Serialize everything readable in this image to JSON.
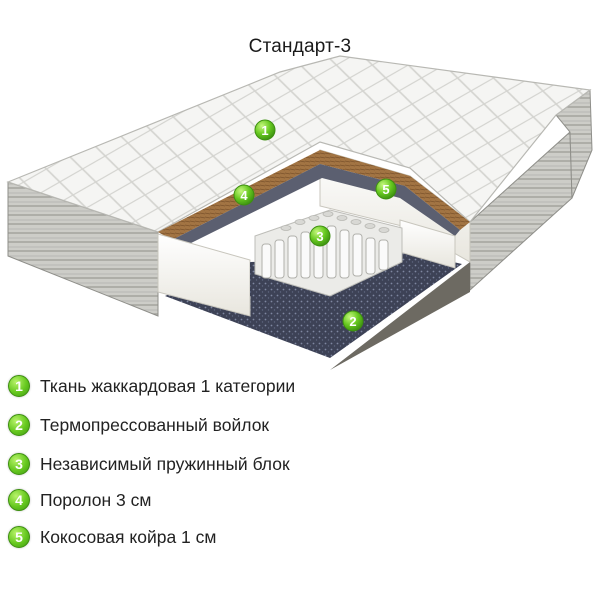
{
  "title": "Стандарт-3",
  "colors": {
    "badge": "#66c81f",
    "quilt": "#f4f4f2",
    "side_fabric": "#c9c9c4",
    "coir": "#a57a46",
    "foam": "#f2f0e8",
    "felt": "#3a3f52",
    "spring": "#f7f7f7"
  },
  "markers": [
    "1",
    "5",
    "4",
    "3",
    "2"
  ],
  "legend": [
    {
      "number": "1",
      "label": "Ткань жаккардовая 1 категории"
    },
    {
      "number": "2",
      "label": "Термопрессованный войлок"
    },
    {
      "number": "3",
      "label": "Независимый пружинный блок"
    },
    {
      "number": "4",
      "label": "Поролон 3 см"
    },
    {
      "number": "5",
      "label": "Кокосовая койра 1 см"
    }
  ]
}
